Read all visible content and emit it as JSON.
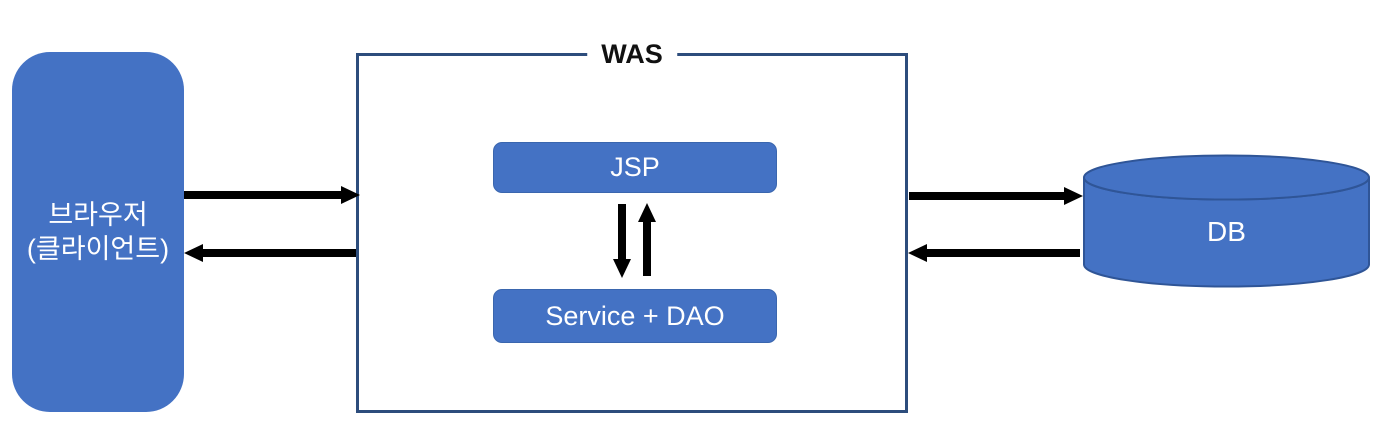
{
  "diagram": {
    "browser": {
      "line1": "브라우저",
      "line2": "(클라이언트)"
    },
    "was": {
      "label": "WAS",
      "jsp_label": "JSP",
      "service_dao_label": "Service + DAO"
    },
    "db": {
      "label": "DB"
    }
  },
  "colors": {
    "node-fill": "#4472C4",
    "node-stroke": "#3A66AE",
    "was-border": "#2D4D7C",
    "cyl-stroke": "#2F5597",
    "arrow": "#000000",
    "node-text": "#FFFFFF",
    "label-text": "#111111"
  }
}
